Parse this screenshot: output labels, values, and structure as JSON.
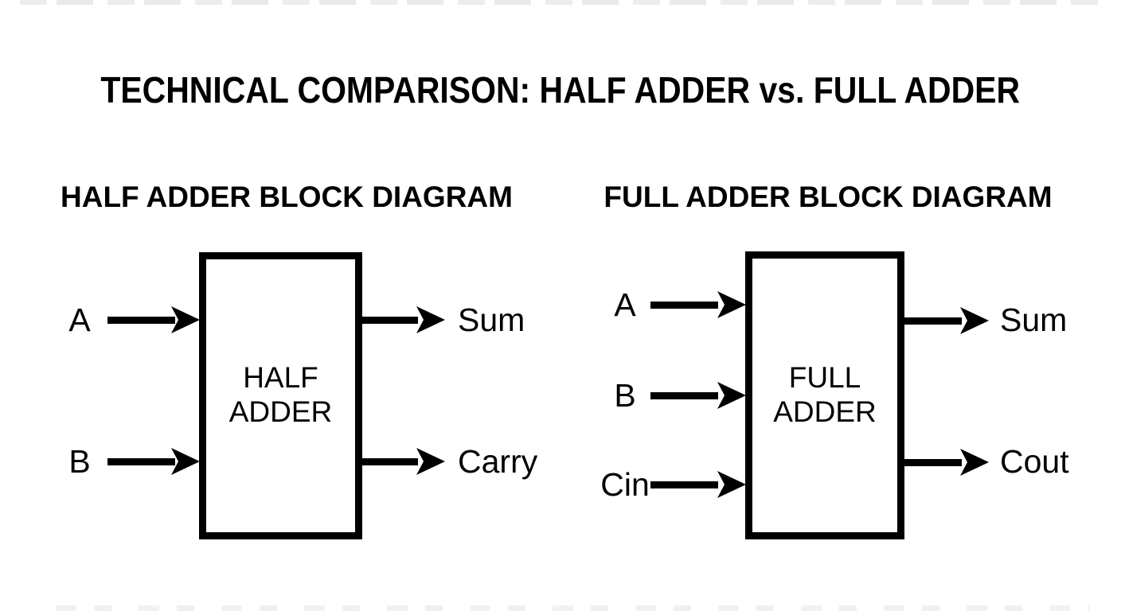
{
  "title": "TECHNICAL COMPARISON: HALF ADDER vs. FULL ADDER",
  "colors": {
    "background": "#ffffff",
    "ink": "#000000"
  },
  "diagrams": [
    {
      "heading": "HALF ADDER BLOCK DIAGRAM",
      "block_label": {
        "line1": "HALF",
        "line2": "ADDER"
      },
      "inputs": [
        {
          "label": "A"
        },
        {
          "label": "B"
        }
      ],
      "outputs": [
        {
          "label": "Sum"
        },
        {
          "label": "Carry"
        }
      ]
    },
    {
      "heading": "FULL ADDER BLOCK DIAGRAM",
      "block_label": {
        "line1": "FULL",
        "line2": "ADDER"
      },
      "inputs": [
        {
          "label": "A"
        },
        {
          "label": "B"
        },
        {
          "label": "Cin"
        }
      ],
      "outputs": [
        {
          "label": "Sum"
        },
        {
          "label": "Cout"
        }
      ]
    }
  ]
}
